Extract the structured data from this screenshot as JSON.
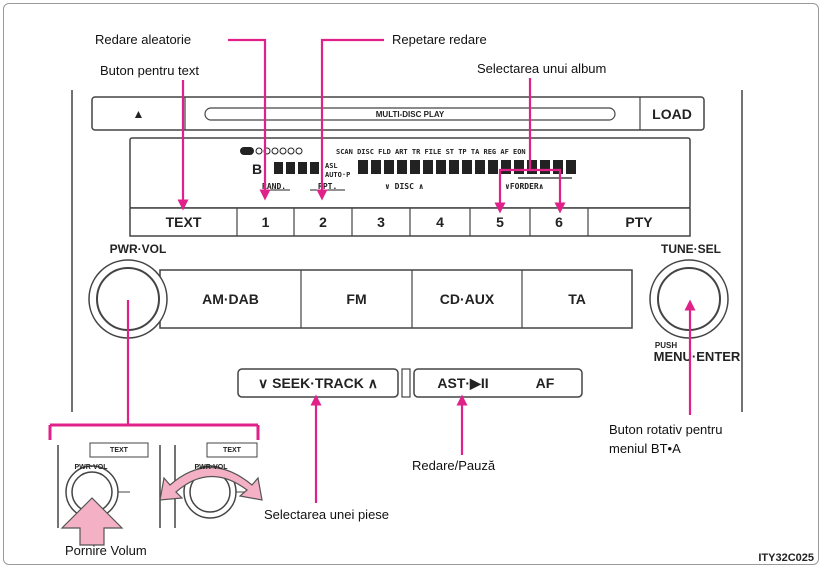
{
  "callouts": {
    "shuffle": "Redare aleatorie",
    "repeat": "Repetare redare",
    "text_button": "Buton pentru text",
    "album_select": "Selectarea unui album",
    "knob_menu_line1": "Buton rotativ pentru",
    "knob_menu_line2": "meniul BT•A",
    "play_pause": "Redare/Pauză",
    "track_select": "Selectarea unei piese",
    "power_volume": "Pornire Volum"
  },
  "unit": {
    "eject_symbol": "▲",
    "slot_label": "MULTI-DISC PLAY",
    "load": "LOAD",
    "pwr_vol": "PWR·VOL",
    "tune_sel": "TUNE·SEL",
    "push": "PUSH",
    "menu_enter": "MENU·ENTER",
    "preset_row": [
      "TEXT",
      "1",
      "2",
      "3",
      "4",
      "5",
      "6",
      "PTY"
    ],
    "source_row": [
      "AM·DAB",
      "FM",
      "CD·AUX",
      "TA"
    ],
    "seek_track": "∨  SEEK·TRACK  ∧",
    "ast_play": "AST·▶II",
    "af": "AF"
  },
  "lcd": {
    "top_indicators": "SCAN  DISC     FLD ART TR FILE ST      TP  TA REG     AF EON",
    "asl": "ASL",
    "auto_p": "AUTO·P",
    "rand": "RAND.",
    "rpt": "RPT.",
    "disc_nav": "∨ DISC ∧",
    "folder_nav": "∨FORDER∧"
  },
  "inset": {
    "text_label": "TEXT",
    "pwr_label": "PWR·VOL"
  },
  "figure_code": "ITY32C025",
  "colors": {
    "callout_pink": "#e0218a",
    "line": "#444444"
  }
}
